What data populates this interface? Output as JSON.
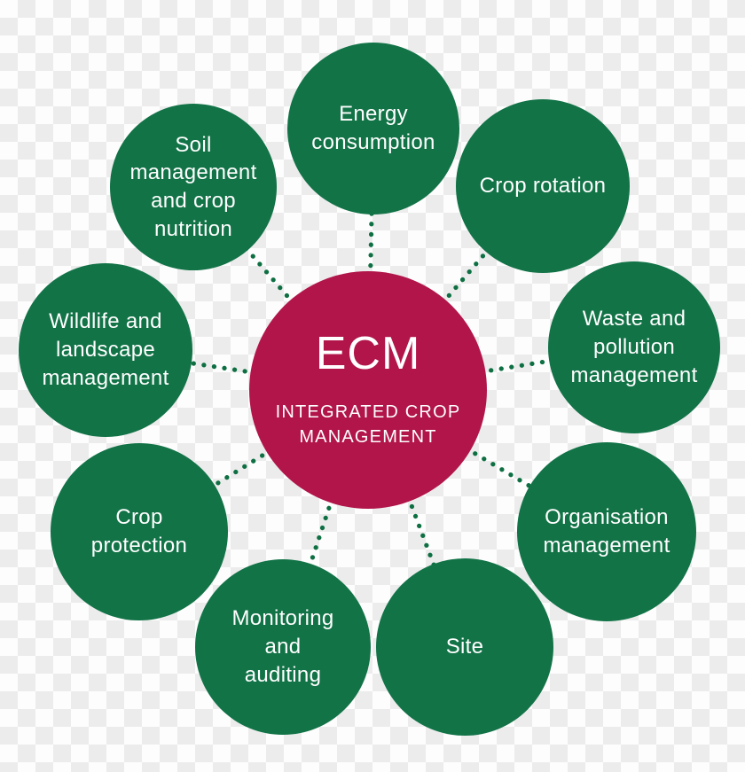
{
  "diagram": {
    "center": {
      "title": "ECM",
      "subtitle": "INTEGRATED CROP\nMANAGEMENT"
    },
    "nodes": [
      {
        "id": "energy-consumption",
        "label": "Energy\nconsumption"
      },
      {
        "id": "crop-rotation",
        "label": "Crop rotation"
      },
      {
        "id": "waste-and-pollution-management",
        "label": "Waste and\npollution\nmanagement"
      },
      {
        "id": "organisation-management",
        "label": "Organisation\nmanagement"
      },
      {
        "id": "site",
        "label": "Site"
      },
      {
        "id": "monitoring-and-auditing",
        "label": "Monitoring\nand\nauditing"
      },
      {
        "id": "crop-protection",
        "label": "Crop\nprotection"
      },
      {
        "id": "wildlife-and-landscape-management",
        "label": "Wildlife and\nlandscape\nmanagement"
      },
      {
        "id": "soil-management-and-crop-nutrition",
        "label": "Soil\nmanagement\nand crop\nnutrition"
      }
    ],
    "colors": {
      "node_green": "#127347",
      "dot_green": "#0d6f42",
      "center_crimson": "#b1154a",
      "text_white": "#ffffff",
      "checker_light": "#fdfdfd",
      "checker_dark": "#ececec"
    }
  }
}
